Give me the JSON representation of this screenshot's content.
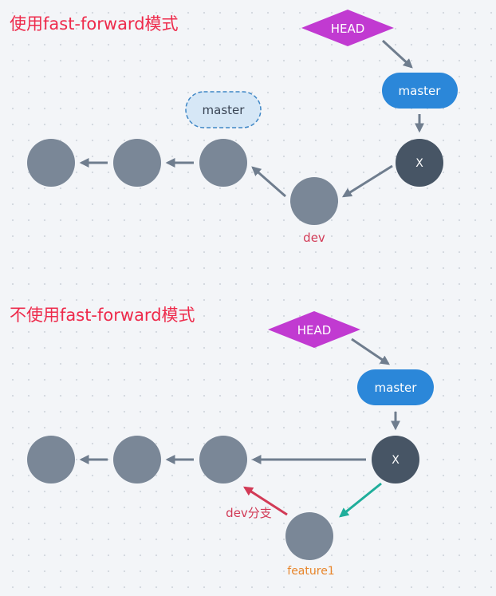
{
  "sections": [
    {
      "title": "使用fast-forward模式",
      "head_label": "HEAD",
      "branch_label": "master",
      "ghost_branch_label": "master",
      "commit_x_label": "X",
      "dev_label": "dev"
    },
    {
      "title": "不使用fast-forward模式",
      "head_label": "HEAD",
      "branch_label": "master",
      "commit_x_label": "X",
      "dev_branch_label": "dev分支",
      "feature_label": "feature1"
    }
  ],
  "colors": {
    "title": "#ee2a4b",
    "head": "#c13ad1",
    "branch": "#2b87d9",
    "ghost_fill": "#d6e7f6",
    "ghost_stroke": "#3f87c6",
    "commit": "#7a8797",
    "commit_dark": "#475565",
    "arrow": "#6f7d8e",
    "arrow_red": "#d23a56",
    "arrow_teal": "#1fae9b",
    "label_red": "#d23a56",
    "label_orange": "#e8862c"
  }
}
